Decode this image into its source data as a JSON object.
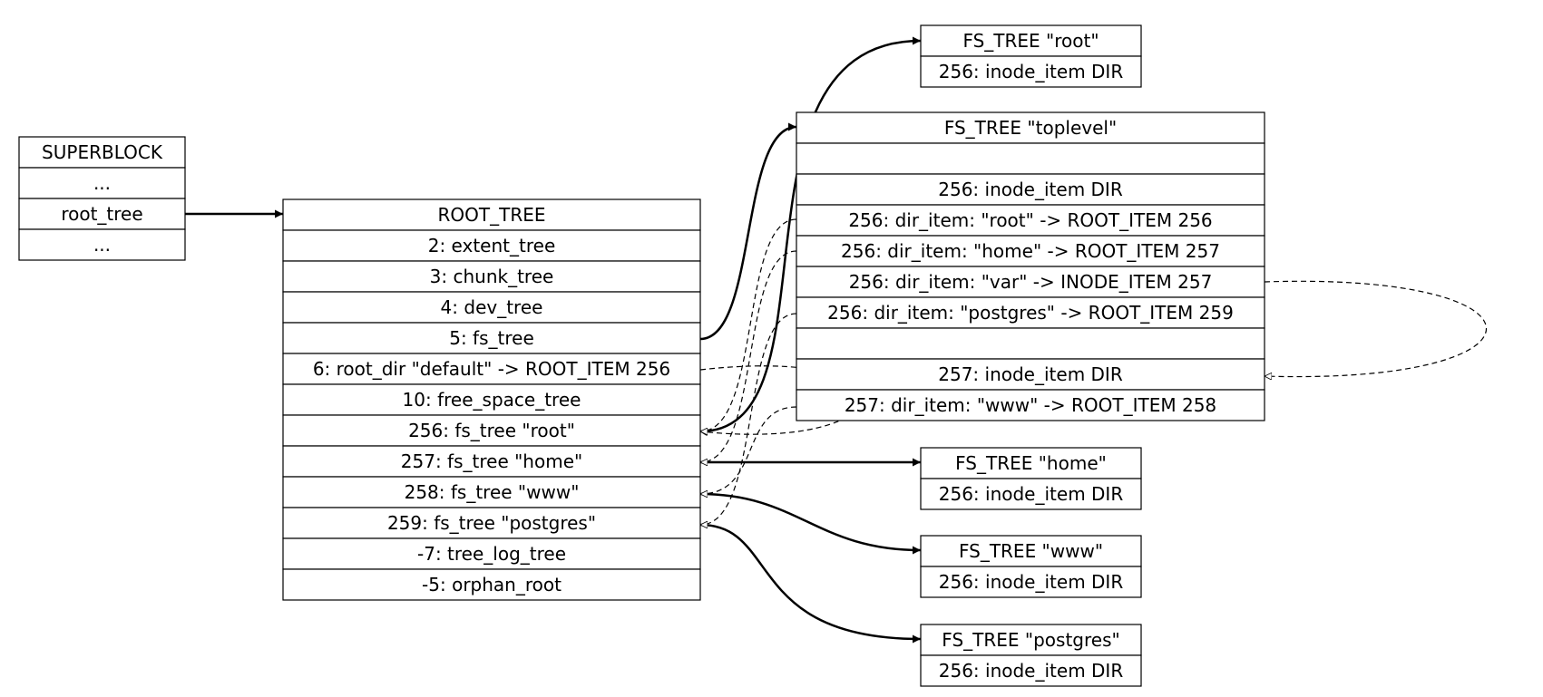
{
  "superblock": {
    "title": "SUPERBLOCK",
    "rows": [
      "...",
      "root_tree",
      "..."
    ]
  },
  "root_tree": {
    "title": "ROOT_TREE",
    "rows": [
      "2: extent_tree",
      "3: chunk_tree",
      "4: dev_tree",
      "5: fs_tree",
      "6: root_dir \"default\" -> ROOT_ITEM 256",
      "10: free_space_tree",
      "256: fs_tree \"root\"",
      "257: fs_tree \"home\"",
      "258: fs_tree \"www\"",
      "259: fs_tree \"postgres\"",
      "-7: tree_log_tree",
      "-5: orphan_root"
    ]
  },
  "toplevel": {
    "title": "FS_TREE \"toplevel\"",
    "rows": [
      "",
      "256: inode_item DIR",
      "256: dir_item: \"root\" -> ROOT_ITEM 256",
      "256: dir_item: \"home\" -> ROOT_ITEM 257",
      "256: dir_item: \"var\" -> INODE_ITEM 257",
      "256: dir_item: \"postgres\" -> ROOT_ITEM 259",
      "",
      "257: inode_item DIR",
      "257: dir_item: \"www\" -> ROOT_ITEM 258"
    ]
  },
  "fs_root": {
    "title": "FS_TREE \"root\"",
    "rows": [
      "256: inode_item DIR"
    ]
  },
  "fs_home": {
    "title": "FS_TREE \"home\"",
    "rows": [
      "256: inode_item DIR"
    ]
  },
  "fs_www": {
    "title": "FS_TREE \"www\"",
    "rows": [
      "256: inode_item DIR"
    ]
  },
  "fs_postgres": {
    "title": "FS_TREE \"postgres\"",
    "rows": [
      "256: inode_item DIR"
    ]
  },
  "colors": {
    "line": "#000000",
    "background": "#ffffff"
  }
}
